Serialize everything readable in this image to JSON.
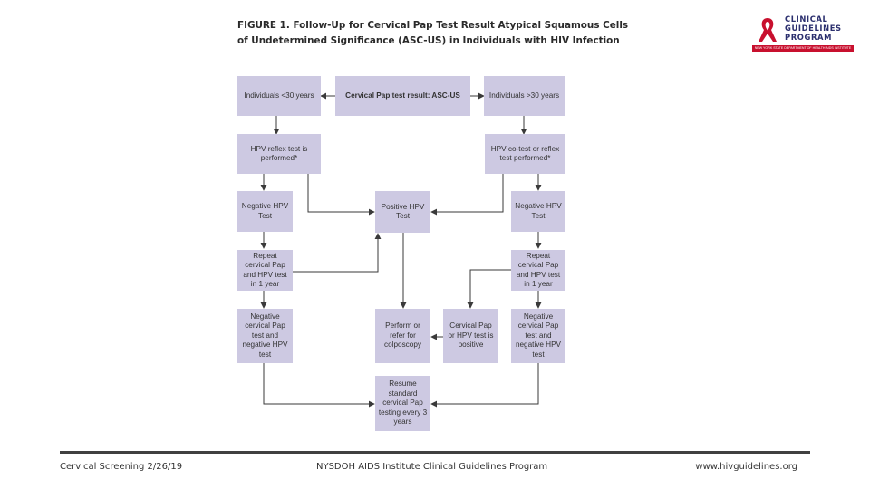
{
  "figure": {
    "title_line1": "FIGURE 1. Follow-Up for Cervical Pap Test Result Atypical Squamous Cells",
    "title_line2": "of Undetermined Significance (ASC-US) in Individuals with HIV Infection"
  },
  "logo": {
    "line1": "CLINICAL",
    "line2": "GUIDELINES",
    "line3": "PROGRAM",
    "bar_text": "NEW YORK STATE DEPARTMENT OF HEALTH AIDS INSTITUTE",
    "ribbon_color": "#c8102e",
    "text_color": "#2b2f6e"
  },
  "boxes": {
    "result": "Cervical Pap test result: ASC-US",
    "under30": "Individuals <30 years",
    "over30": "Individuals >30 years",
    "reflex": "HPV reflex test is performed*",
    "cotest": "HPV co-test or reflex test performed*",
    "neg_left": "Negative HPV Test",
    "positive": "Positive HPV Test",
    "neg_right": "Negative HPV Test",
    "repeat_left": "Repeat cervical Pap and HPV test in 1 year",
    "repeat_right": "Repeat cervical Pap and HPV test in 1 year",
    "neg_pap_left": "Negative cervical Pap test and negative HPV test",
    "colposcopy": "Perform or refer for colposcopy",
    "pap_positive": "Cervical Pap or HPV test is positive",
    "neg_pap_right": "Negative cervical Pap test and negative HPV test",
    "resume": "Resume standard cervical Pap testing every 3 years"
  },
  "colors": {
    "box_fill": "#cdc9e2",
    "arrow": "#3a3a3a"
  },
  "footer": {
    "left": "Cervical Screening 2/26/19",
    "center": "NYSDOH AIDS Institute Clinical Guidelines Program",
    "right": "www.hivguidelines.org"
  }
}
